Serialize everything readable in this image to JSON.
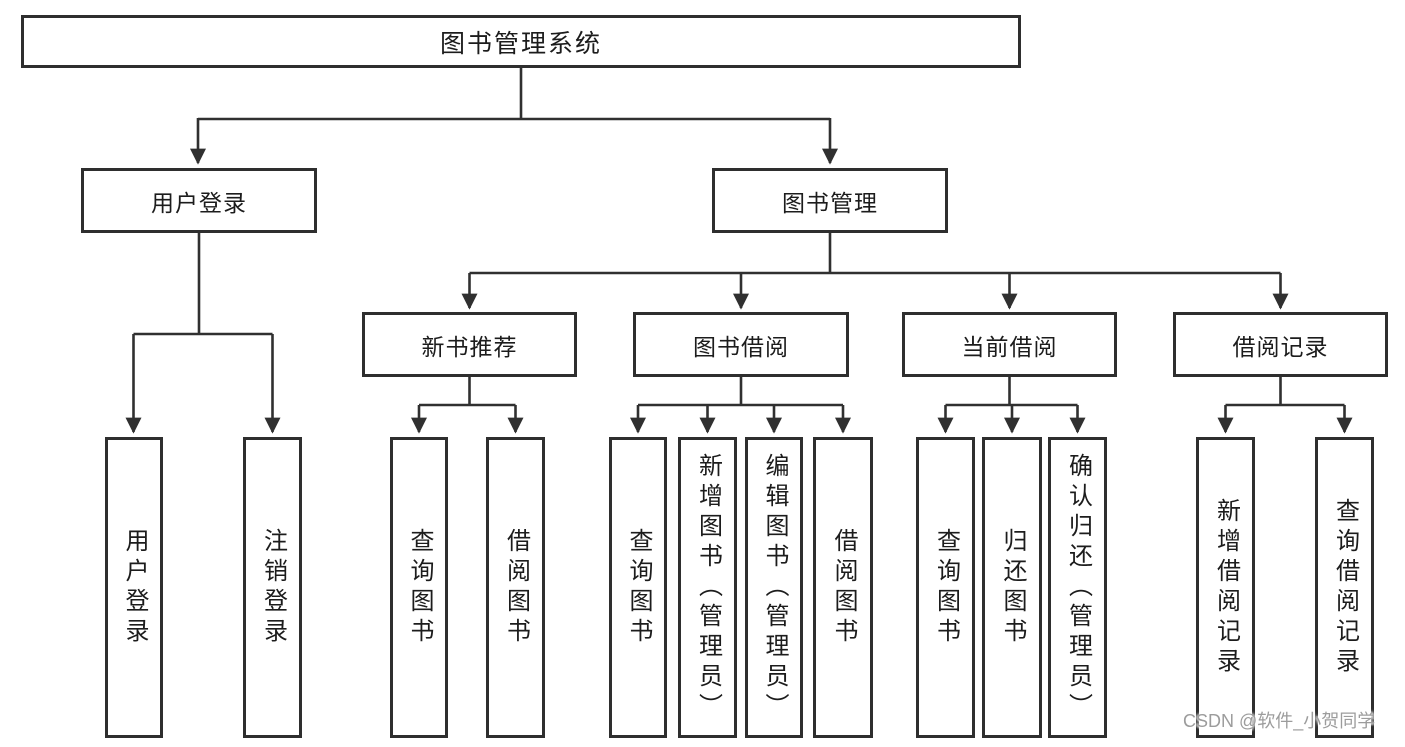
{
  "diagram_title": "图书管理系统",
  "root": {
    "label": "图书管理系统"
  },
  "branches": [
    {
      "label": "用户登录",
      "children": [
        "用户登录",
        "注销登录"
      ]
    },
    {
      "label": "图书管理",
      "groups": [
        {
          "label": "新书推荐",
          "children": [
            "查询图书",
            "借阅图书"
          ]
        },
        {
          "label": "图书借阅",
          "children": [
            "查询图书",
            "新增图书（管理员）",
            "编辑图书（管理员）",
            "借阅图书"
          ]
        },
        {
          "label": "当前借阅",
          "children": [
            "查询图书",
            "归还图书",
            "确认归还（管理员）"
          ]
        },
        {
          "label": "借阅记录",
          "children": [
            "新增借阅记录",
            "查询借阅记录"
          ]
        }
      ]
    }
  ],
  "watermark": "CSDN @软件_小贺同学",
  "colors": {
    "background": "#ffffff",
    "line": "#303030",
    "box_border": "#2e2e2e",
    "text": "#1c1c1c",
    "watermark": "#9c9c9c"
  }
}
